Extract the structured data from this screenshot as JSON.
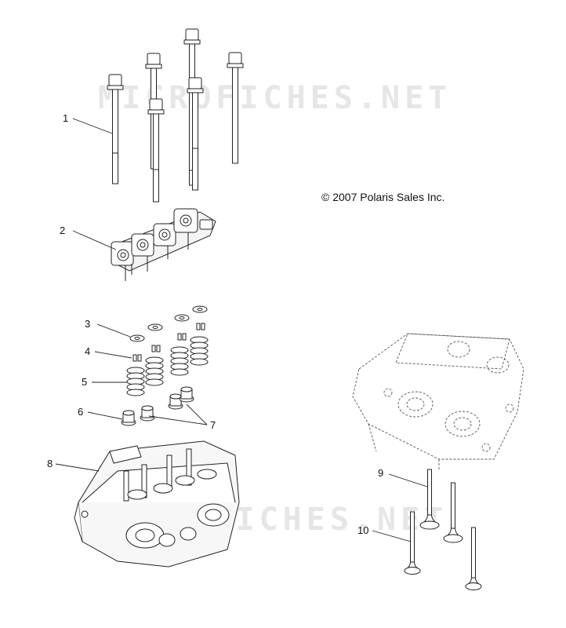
{
  "copyright": "© 2007 Polaris Sales Inc.",
  "watermark": "MICROFICHES.NET",
  "callouts": [
    "1",
    "2",
    "3",
    "4",
    "5",
    "6",
    "7",
    "8",
    "9",
    "10"
  ]
}
